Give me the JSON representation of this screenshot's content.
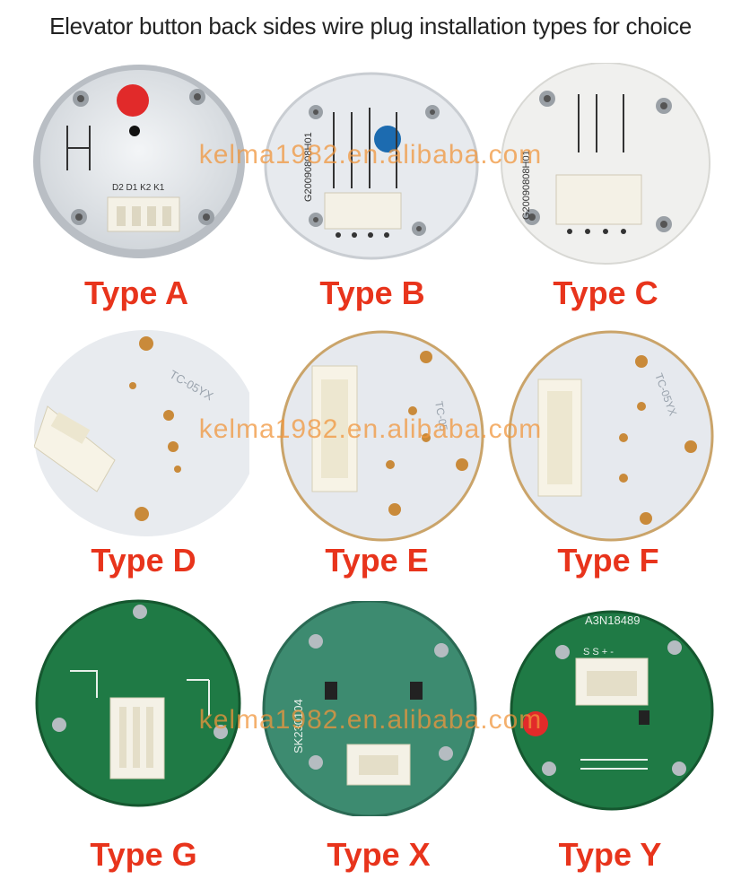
{
  "title": "Elevator button back sides wire plug installation types for choice",
  "watermark": "kelma1982.en.alibaba.com",
  "types": [
    {
      "label": "Type A"
    },
    {
      "label": "Type B"
    },
    {
      "label": "Type C"
    },
    {
      "label": "Type D"
    },
    {
      "label": "Type E"
    },
    {
      "label": "Type F"
    },
    {
      "label": "Type G"
    },
    {
      "label": "Type X"
    },
    {
      "label": "Type Y"
    }
  ],
  "board_marks": {
    "a_pins": "D2 D1 K2 K1",
    "b_code": "G20090808H01",
    "c_code": "G20090808H01",
    "d_code": "TC-05YX",
    "e_code": "TC-05",
    "f_code": "TC-05YX",
    "x_code": "SK230104",
    "y_code": "A3N18489",
    "y_pins": "S S + -"
  },
  "colors": {
    "label": "#e8341c",
    "watermark": "#f0963c",
    "white_board": "#e9ecef",
    "cream_board": "#f0f0ee",
    "green_board": "#1f7a45",
    "connector": "#f4f1e6"
  }
}
